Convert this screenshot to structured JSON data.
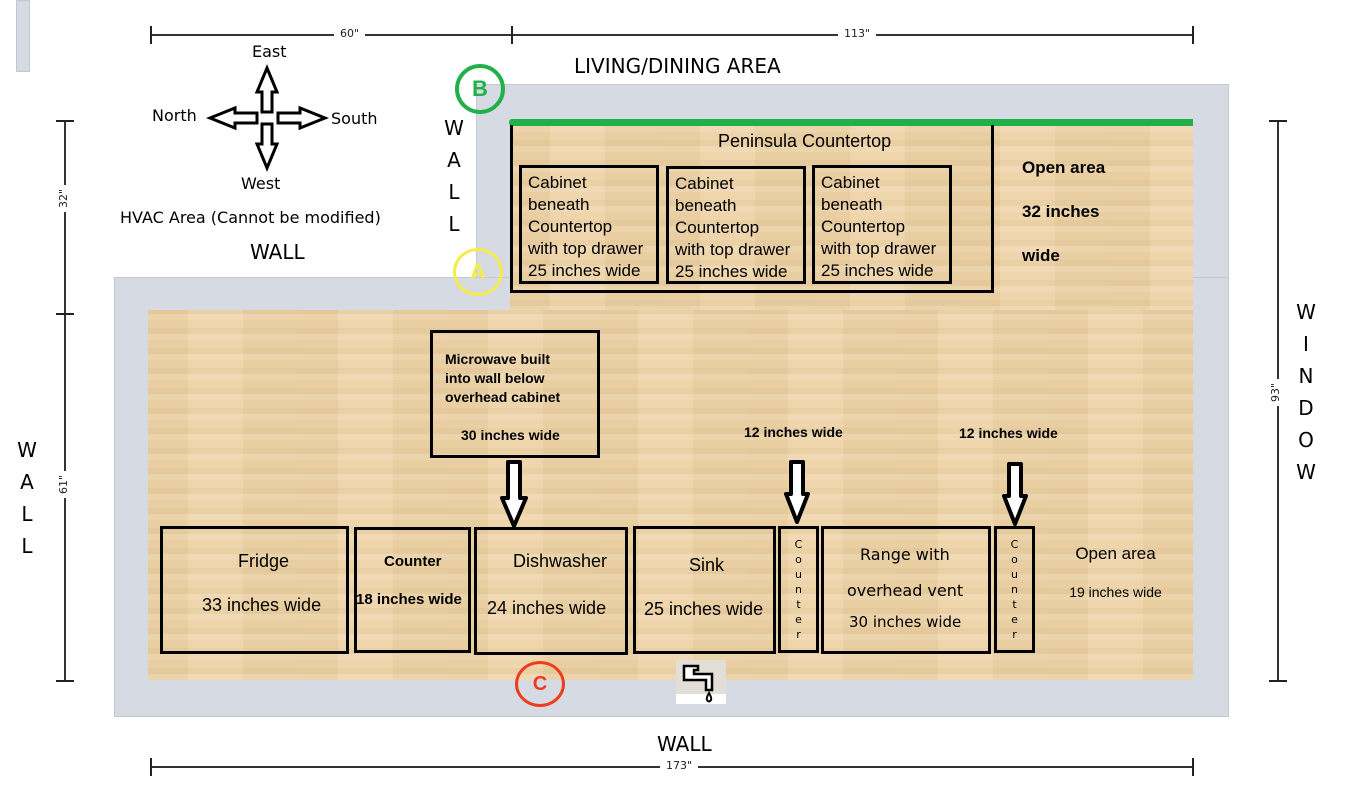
{
  "dimensions": {
    "top_left": "60\"",
    "top_right": "113\"",
    "left_upper": "32\"",
    "left_lower": "61\"",
    "right": "93\"",
    "bottom": "173\""
  },
  "compass": {
    "east": "East",
    "west": "West",
    "north": "North",
    "south": "South"
  },
  "labels": {
    "hvac": "HVAC Area (Cannot be modified)",
    "hvac_wall": "WALL",
    "living_dining": "LIVING/DINING AREA",
    "inner_wall_letters": [
      "W",
      "A",
      "L",
      "L"
    ],
    "left_wall_letters": [
      "W",
      "A",
      "L",
      "L"
    ],
    "window_letters": [
      "W",
      "I",
      "N",
      "D",
      "O",
      "W"
    ],
    "bottom_wall": "WALL"
  },
  "markers": {
    "a": {
      "letter": "A",
      "color": "#f5eb4a"
    },
    "b": {
      "letter": "B",
      "color": "#22b04b"
    },
    "c": {
      "letter": "C",
      "color": "#f03c1e"
    }
  },
  "colors": {
    "peninsula_edge": "#22b04b",
    "wall": "#d6dbe3",
    "floor": "#ecd2a6"
  },
  "peninsula": {
    "title": "Peninsula Countertop",
    "cabinets": [
      {
        "lines": [
          "Cabinet",
          "beneath",
          "Countertop",
          "with top drawer",
          "25 inches wide"
        ]
      },
      {
        "lines": [
          "Cabinet",
          "beneath",
          "Countertop",
          "with top drawer",
          "25 inches wide"
        ]
      },
      {
        "lines": [
          "Cabinet",
          "beneath",
          "Countertop",
          "with top drawer",
          "25 inches wide"
        ]
      }
    ],
    "open_area": {
      "line1": "Open area",
      "line2": "32 inches",
      "line3": "wide"
    }
  },
  "microwave": {
    "line1": "Microwave built",
    "line2": "into wall below",
    "line3": "overhead cabinet",
    "width": "30 inches wide"
  },
  "annotations": {
    "counter1_width": "12 inches wide",
    "counter2_width": "12 inches wide"
  },
  "appliances": {
    "fridge": {
      "name": "Fridge",
      "width": "33 inches wide"
    },
    "counter": {
      "name": "Counter",
      "width": "18 inches wide"
    },
    "dishwasher": {
      "name": "Dishwasher",
      "width": "24 inches wide"
    },
    "sink": {
      "name": "Sink",
      "width": "25 inches wide"
    },
    "narrow_counter_1": {
      "letters": [
        "C",
        "o",
        "u",
        "n",
        "t",
        "e",
        "r"
      ]
    },
    "range": {
      "line1": "Range with",
      "line2": "overhead vent",
      "width": "30 inches wide"
    },
    "narrow_counter_2": {
      "letters": [
        "C",
        "o",
        "u",
        "n",
        "t",
        "e",
        "r"
      ]
    },
    "open_area": {
      "name": "Open area",
      "width": "19 inches wide"
    }
  },
  "icons": {
    "faucet": "faucet-icon"
  }
}
